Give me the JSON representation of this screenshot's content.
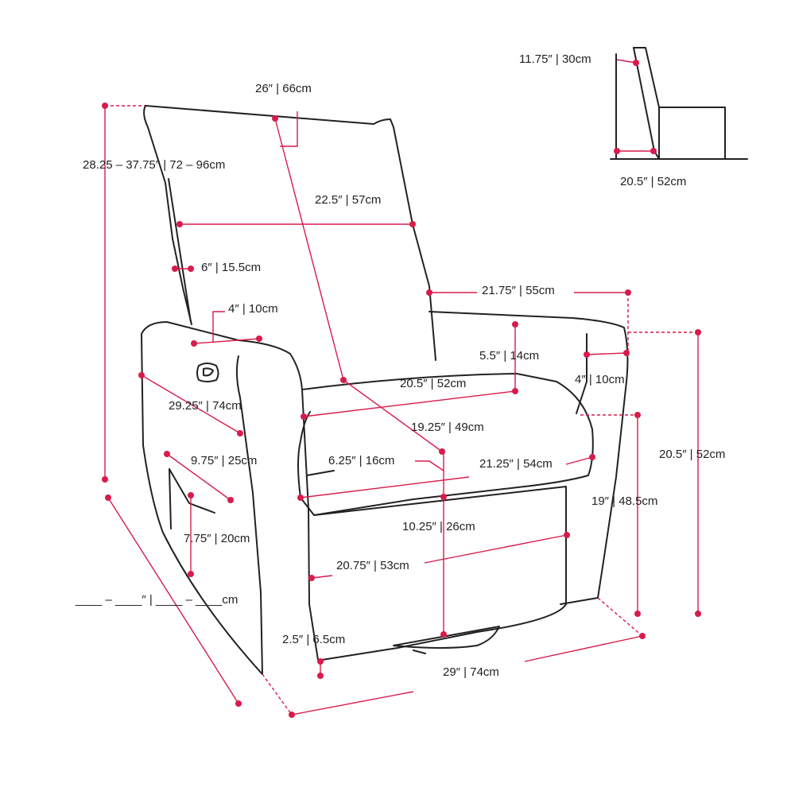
{
  "colors": {
    "outline": "#222222",
    "dimension": "#d81b4b",
    "background": "#ffffff"
  },
  "dimensions": {
    "back_total_height": "28.25 – 37.75″ | 72 – 96cm",
    "back_length": "26″ | 66cm",
    "back_width": "22.5″ | 57cm",
    "back_thickness": "6″ | 15.5cm",
    "arm_width": "4″ | 10cm",
    "arm_front_height": "29.25″ | 74cm",
    "pocket_width": "9.75″ | 25cm",
    "pocket_height": "7.75″ | 20cm",
    "recline_total": "____ – ____″ | ____ – ____cm",
    "arm_to_back": "21.75″ | 55cm",
    "seat_back_cushion": "5.5″ | 14cm",
    "right_arm_width": "4″ | 10cm",
    "seat_width": "20.5″ | 52cm",
    "seat_depth": "19.25″ | 49cm",
    "cushion_thickness": "6.25″ | 16cm",
    "seat_front_width": "21.25″ | 54cm",
    "seat_front_height": "10.25″ | 26cm",
    "base_width": "20.75″ | 53cm",
    "swivel_base": "2.5″ | 6.5cm",
    "overall_depth": "29″ | 74cm",
    "arm_height": "20.5″ | 52cm",
    "seat_height": "19″ | 48.5cm",
    "side_recline": "11.75″ | 30cm",
    "side_depth": "20.5″ | 52cm"
  }
}
